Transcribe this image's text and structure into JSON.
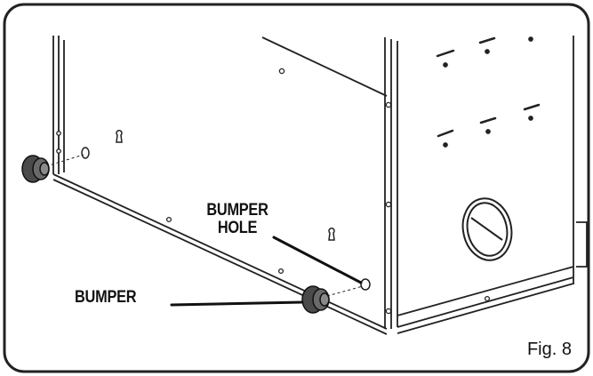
{
  "labels": {
    "bumper_hole_line1": "BUMPER",
    "bumper_hole_line2": "HOLE",
    "bumper": "BUMPER"
  },
  "figure": {
    "caption": "Fig. 8"
  },
  "colors": {
    "line": "#222222",
    "bumper": "#4a4a4a",
    "background": "#ffffff"
  }
}
